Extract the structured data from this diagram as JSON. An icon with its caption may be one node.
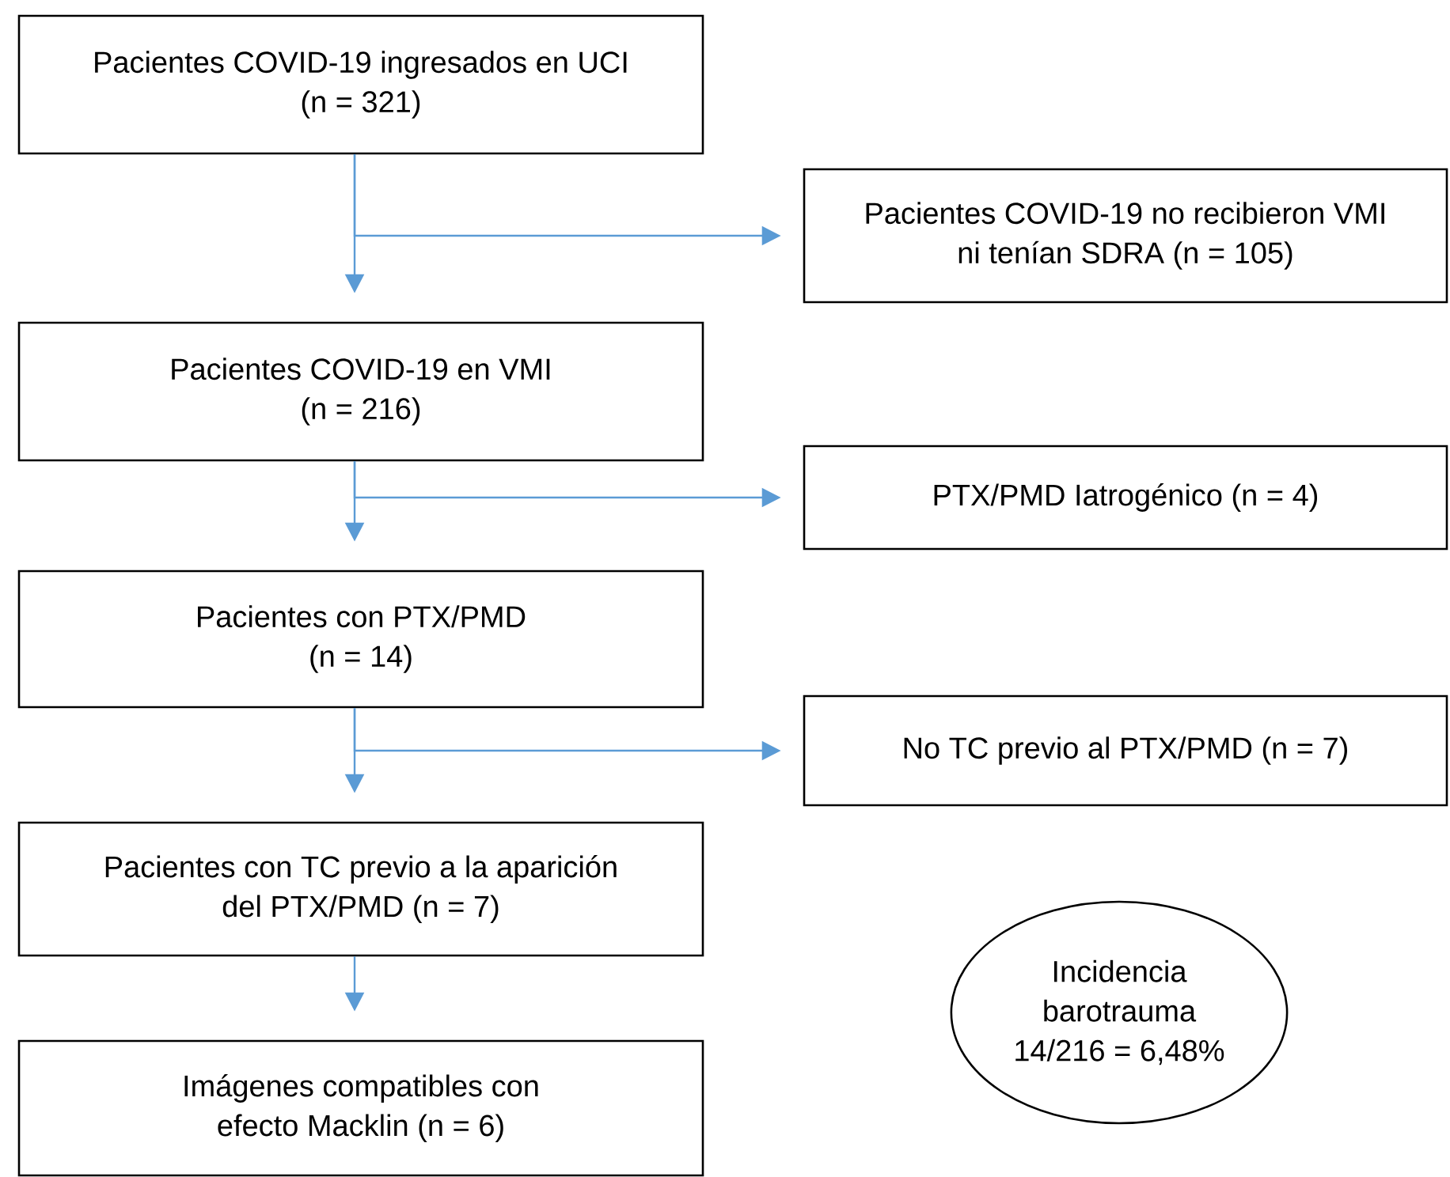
{
  "diagram": {
    "nodes": [
      {
        "text": [
          "Pacientes COVID-19 ingresados en UCI (n = 321)"
        ]
      },
      {
        "text": [
          "Pacientes COVID-19 no recibieron VMI ni tenían SDRA (n = 105)"
        ]
      },
      {
        "text": [
          "Pacientes COVID-19 en VMI (n = 216)"
        ]
      },
      {
        "text": [
          "PTX/PMD Iatrogénico (n = 4)"
        ]
      },
      {
        "text": [
          "Pacientes con PTX/PMD (n = 14)"
        ]
      },
      {
        "text": [
          "No TC previo al PTX/PMD (n = 7)"
        ]
      },
      {
        "text": [
          "Pacientes con TC previo a la aparición del PTX/PMD (n = 7)"
        ]
      },
      {
        "text": [
          "Incidencia barotrauma 14/216 = 6,48%"
        ]
      },
      {
        "text": [
          "Imágenes compatibles con efecto Macklin (n = 6)"
        ]
      }
    ],
    "edges": [
      {
        "from": 0,
        "to": 2,
        "arrow": "to"
      },
      {
        "from": 0,
        "to": 1,
        "arrow": "to"
      },
      {
        "from": 2,
        "to": 4,
        "arrow": "to"
      },
      {
        "from": 2,
        "to": 3,
        "arrow": "to"
      },
      {
        "from": 4,
        "to": 6,
        "arrow": "to"
      },
      {
        "from": 4,
        "to": 5,
        "arrow": "to"
      },
      {
        "from": 6,
        "to": 8,
        "arrow": "to"
      }
    ]
  }
}
